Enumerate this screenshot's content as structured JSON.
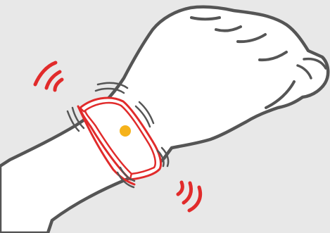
{
  "illustration": {
    "subject": "wrist-band-vibration",
    "colors": {
      "background": "#e8e8e8",
      "skin_fill": "#ffffff",
      "outline": "#555555",
      "band": "#e12b2b",
      "indicator": "#f5b21a",
      "vibration_dark": "#555555",
      "vibration_red": "#e12b2b"
    },
    "icons": [
      "hand-outline",
      "wrist-band",
      "status-light",
      "vibration-lines"
    ]
  }
}
